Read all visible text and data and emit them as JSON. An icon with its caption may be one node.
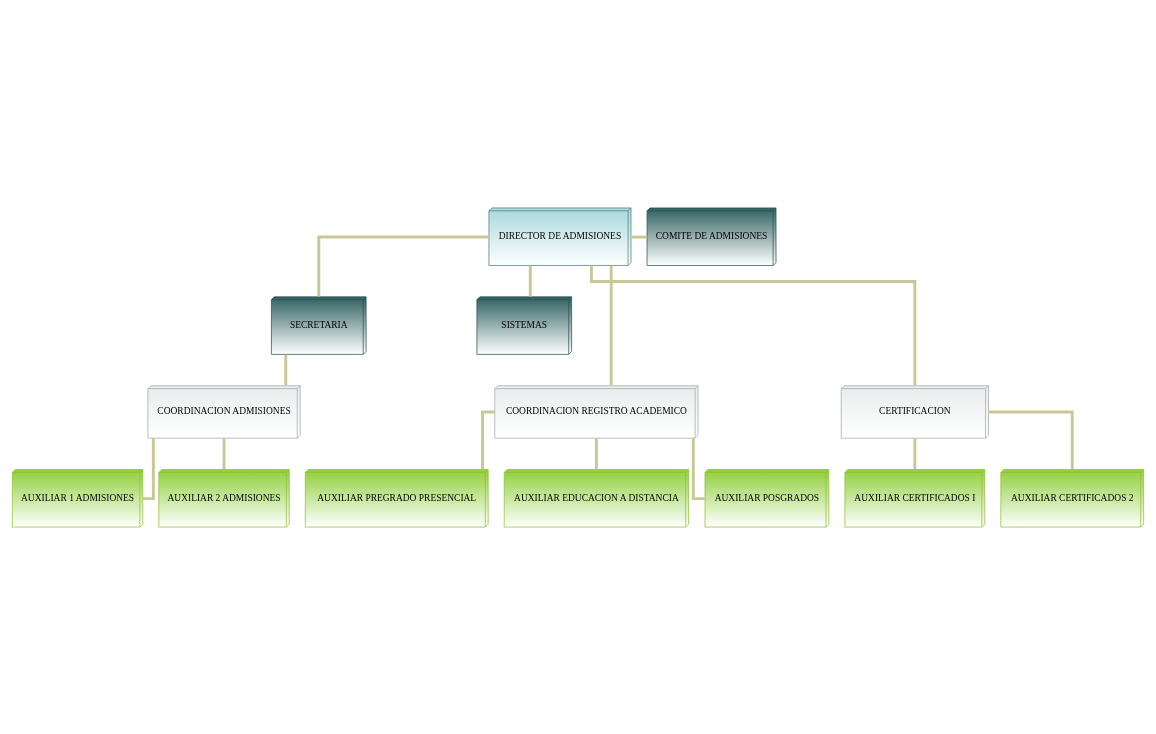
{
  "diagram": {
    "nodes": [
      {
        "text": [
          "DIRECTOR DE ADMISIONES"
        ]
      },
      {
        "text": [
          "COMITE DE ADMISIONES"
        ]
      },
      {
        "text": [
          "SECRETARIA"
        ]
      },
      {
        "text": [
          "SISTEMAS"
        ]
      },
      {
        "text": [
          "COORDINACION ADMISIONES"
        ]
      },
      {
        "text": [
          "COORDINACION REGISTRO ACADEMICO"
        ]
      },
      {
        "text": [
          "CERTIFICACION"
        ]
      },
      {
        "text": [
          "AUXILIAR 1 ADMISIONES"
        ]
      },
      {
        "text": [
          "AUXILIAR 2 ADMISIONES"
        ]
      },
      {
        "text": [
          "AUXILIAR PREGRADO PRESENCIAL"
        ]
      },
      {
        "text": [
          "AUXILIAR EDUCACION A DISTANCIA"
        ]
      },
      {
        "text": [
          "AUXILIAR POSGRADOS"
        ]
      },
      {
        "text": [
          "AUXILIAR CERTIFICADOS I"
        ]
      },
      {
        "text": [
          "AUXILIAR CERTIFICADOS 2"
        ]
      }
    ],
    "edges": [
      {
        "from": 0,
        "to": 1,
        "arrow": "none"
      },
      {
        "from": 0,
        "to": 2,
        "arrow": "none"
      },
      {
        "from": 0,
        "to": 3,
        "arrow": "none"
      },
      {
        "from": 0,
        "to": 5,
        "arrow": "none"
      },
      {
        "from": 0,
        "to": 6,
        "arrow": "none"
      },
      {
        "from": 2,
        "to": 4,
        "arrow": "none"
      },
      {
        "from": 4,
        "to": 7,
        "arrow": "none"
      },
      {
        "from": 4,
        "to": 8,
        "arrow": "none"
      },
      {
        "from": 5,
        "to": 9,
        "arrow": "none"
      },
      {
        "from": 5,
        "to": 10,
        "arrow": "none"
      },
      {
        "from": 5,
        "to": 11,
        "arrow": "none"
      },
      {
        "from": 6,
        "to": 12,
        "arrow": "none"
      },
      {
        "from": 6,
        "to": 13,
        "arrow": "none"
      }
    ]
  }
}
